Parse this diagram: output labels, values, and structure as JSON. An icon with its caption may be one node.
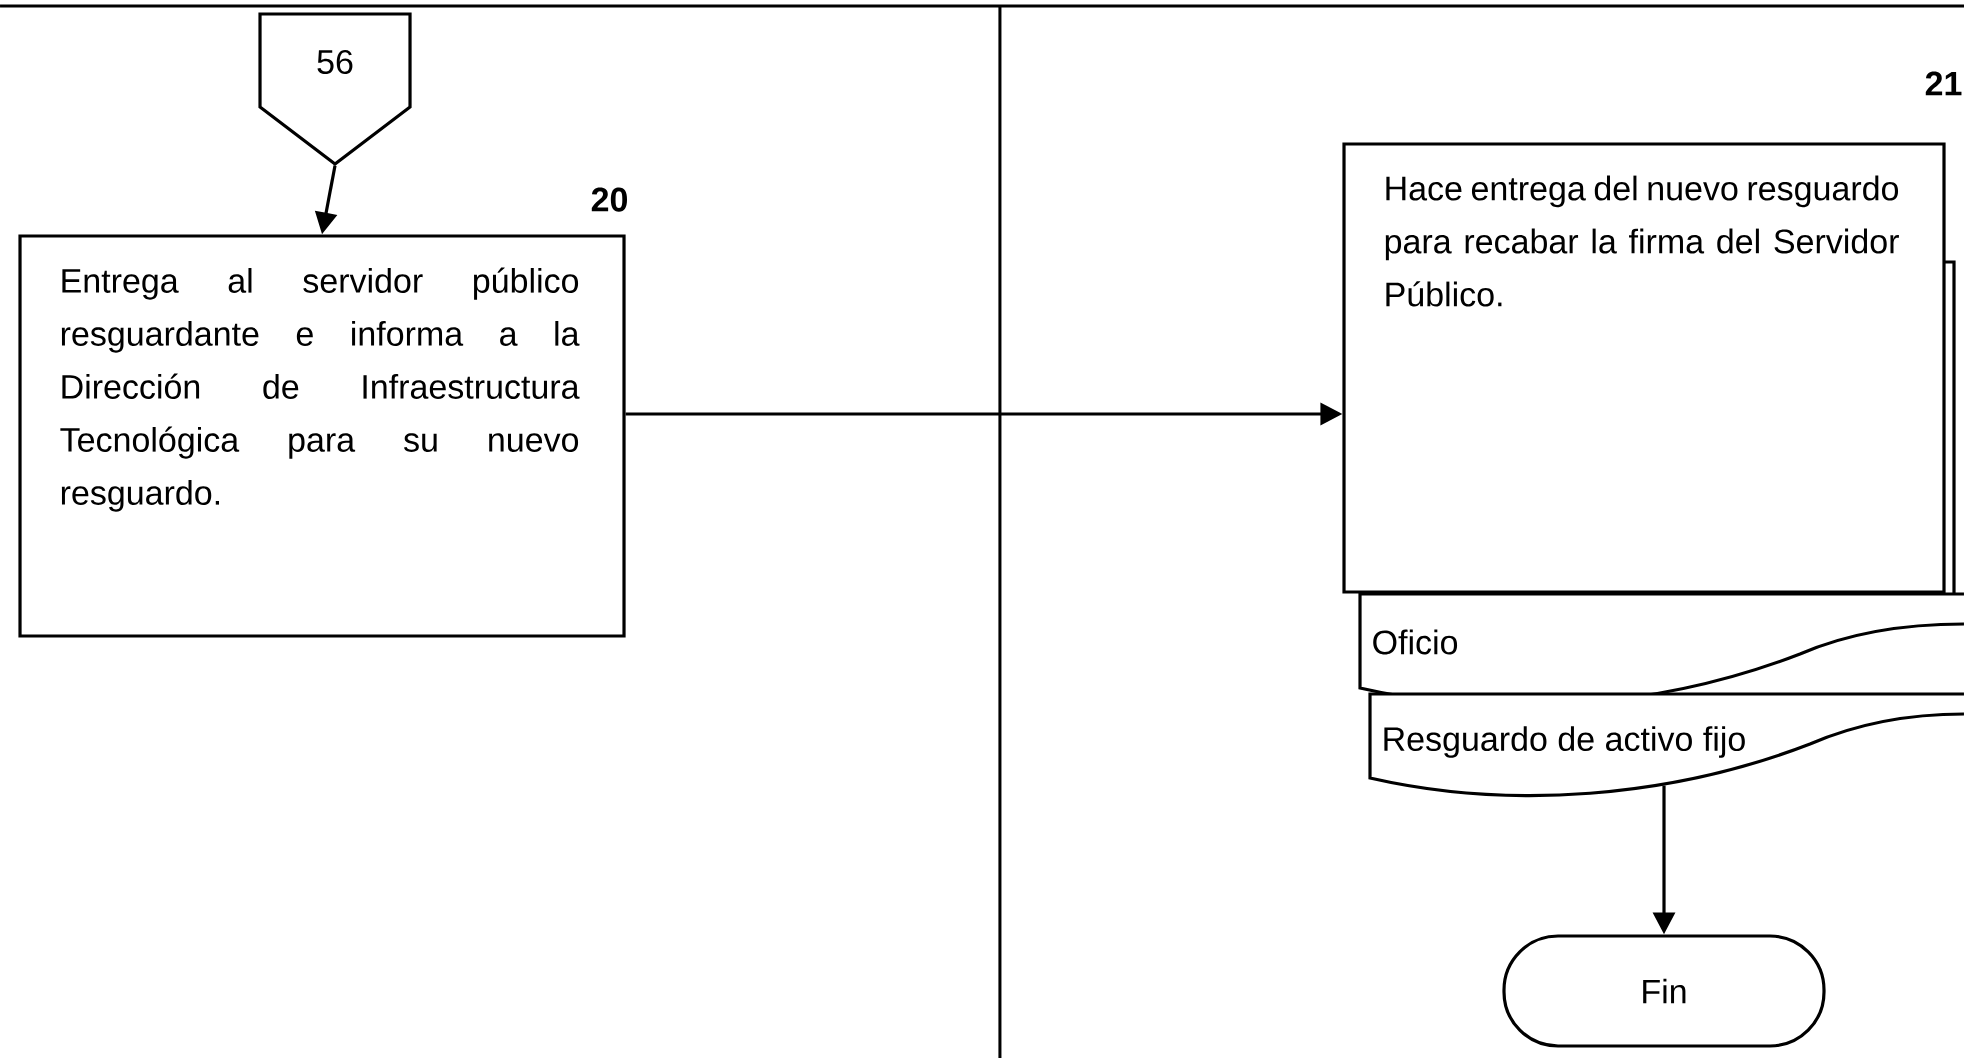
{
  "diagram": {
    "nodes": [
      {
        "text": [
          "56"
        ]
      },
      {
        "text": [
          "Entrega al servidor público resguardante e informa a la Dirección de Infraestructura Tecnológica para su nuevo resguardo."
        ],
        "beside": [
          "20"
        ]
      },
      {
        "text": [
          "Hace entrega del nuevo resguardo para recabar la firma del Servidor Público."
        ],
        "beside": [
          "21"
        ]
      },
      {
        "text": [
          "Oficio"
        ]
      },
      {
        "text": [
          "Resguardo de activo fijo"
        ]
      },
      {
        "text": [
          "Fin"
        ]
      }
    ],
    "edges": [
      {
        "from": 0,
        "to": 1,
        "arrow": "to"
      },
      {
        "from": 1,
        "to": 2,
        "arrow": "to"
      },
      {
        "from": 4,
        "to": 5,
        "arrow": "to"
      }
    ]
  }
}
